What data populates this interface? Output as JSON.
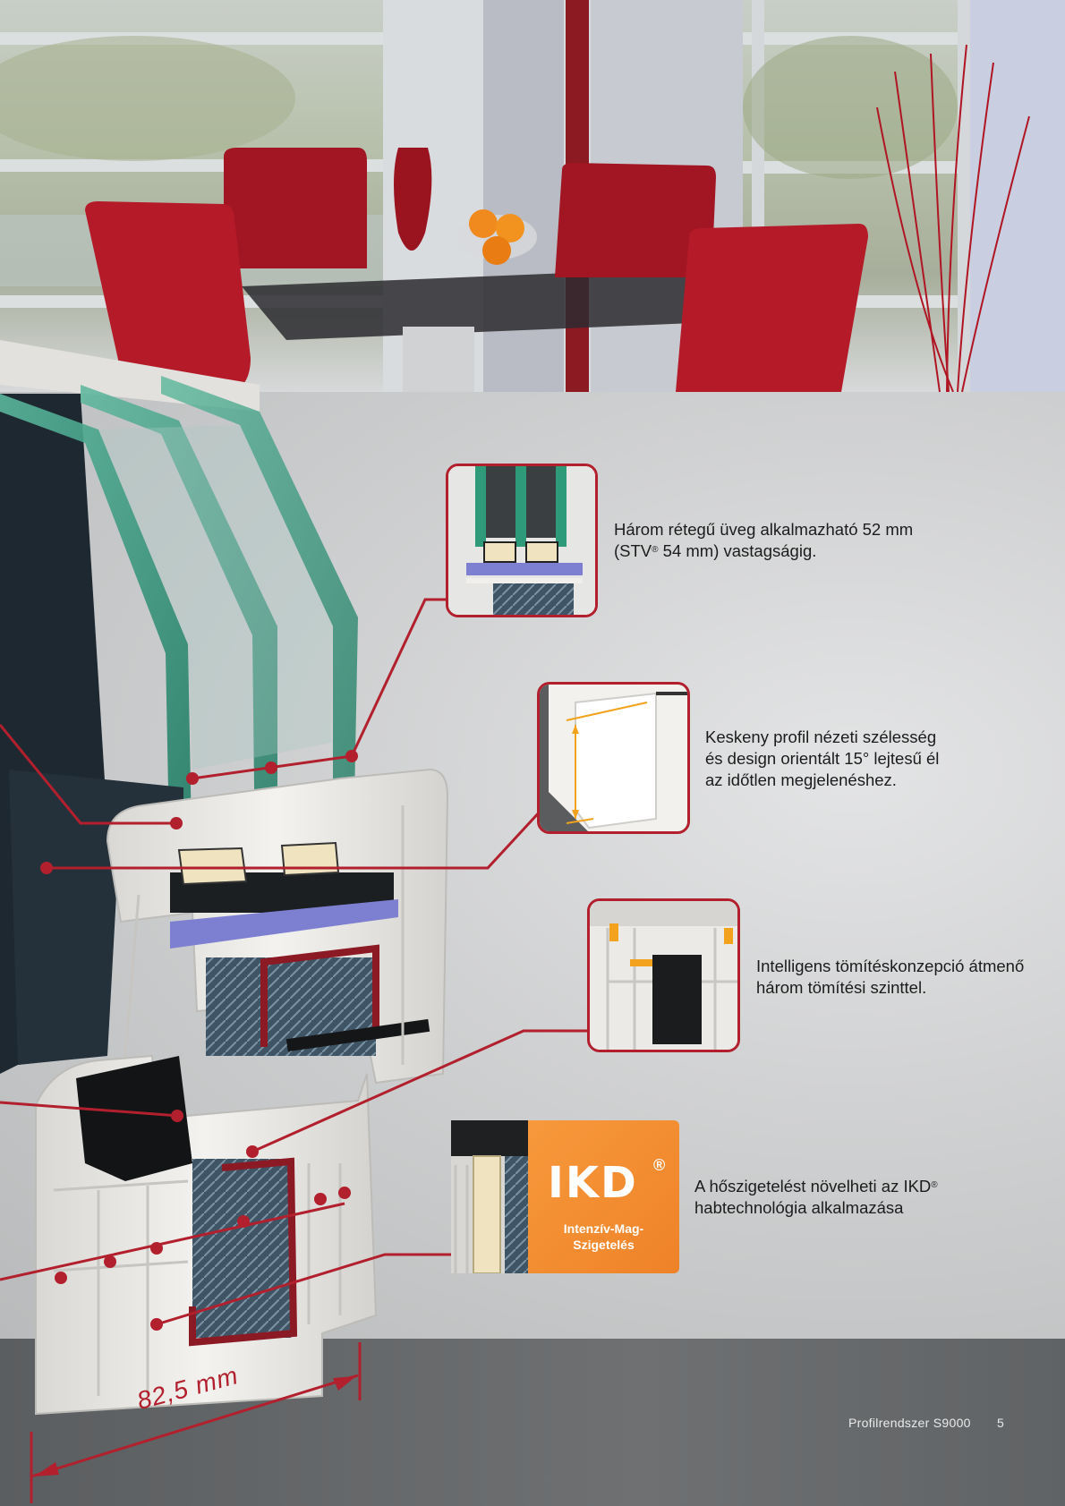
{
  "callouts": [
    {
      "id": "triple-glass",
      "lines": [
        "Három rétegű üveg alkalmazható 52 mm",
        "(STV",
        " 54 mm) vastagságig."
      ],
      "reg": "®"
    },
    {
      "id": "narrow-profile",
      "lines": [
        "Keskeny profil nézeti szélesség",
        "és design orientált 15° lejtesű él",
        "az időtlen megjelenéshez."
      ]
    },
    {
      "id": "seal-concept",
      "lines": [
        "Intelligens tömítéskonzepció átmenő",
        "három tömítési szinttel."
      ]
    },
    {
      "id": "ikd-foam",
      "lines": [
        "A hőszigetelést növelheti az IKD",
        "habtechnológia alkalmazása"
      ],
      "reg": "®"
    }
  ],
  "ikd_badge": {
    "logo": "IKD",
    "reg": "®",
    "subtitle_1": "Intenzív-Mag-",
    "subtitle_2": "Szigetelés"
  },
  "dimension_label": "82,5 mm",
  "footer": {
    "title": "Profilrendszer S9000",
    "page_number": "5"
  },
  "colors": {
    "accent_red": "#b21f2d",
    "ikd_orange": "#f08a2e",
    "glass_green": "#2e9a7a",
    "frame_dark": "#1f2a33",
    "pvc_white": "#ecebe8",
    "seal_blue": "#7d7fd0"
  }
}
